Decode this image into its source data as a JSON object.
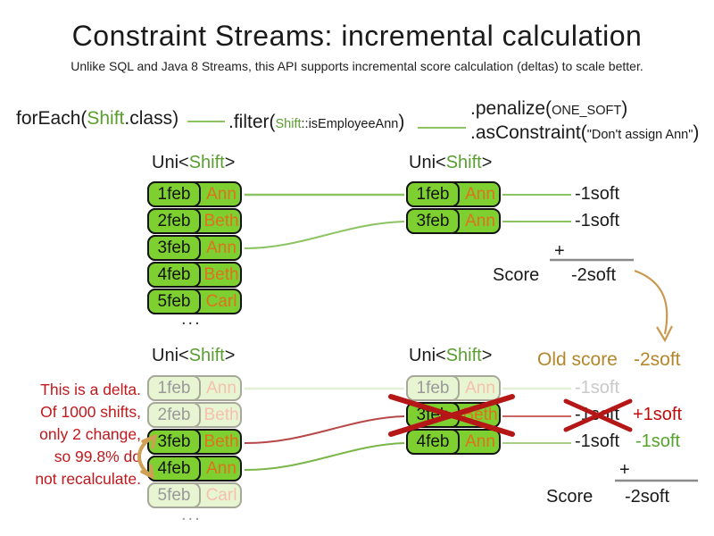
{
  "header": {
    "title": "Constraint Streams: incremental calculation",
    "subtitle": "Unlike SQL and Java 8 Streams, this API supports incremental score calculation (deltas) to scale better."
  },
  "code": {
    "foreach": {
      "pre": "forEach(",
      "arg": "Shift",
      "post": ".class)"
    },
    "filter": {
      "pre": ".filter(",
      "arg_class": "Shift",
      "arg_rest": "::isEmployeeAnn",
      "post": ")"
    },
    "penalize": {
      "pre": ".penalize(",
      "arg": "ONE_SOFT",
      "post": ")"
    },
    "asconstraint": {
      "pre": ".asConstraint(",
      "arg": "\"Don't assign Ann\"",
      "post": ")"
    }
  },
  "type_header": {
    "pre": "Uni<",
    "type": "Shift",
    "post": ">"
  },
  "top": {
    "source_rows": [
      {
        "date": "1feb",
        "name": "Ann"
      },
      {
        "date": "2feb",
        "name": "Beth"
      },
      {
        "date": "3feb",
        "name": "Ann"
      },
      {
        "date": "4feb",
        "name": "Beth"
      },
      {
        "date": "5feb",
        "name": "Carl"
      }
    ],
    "source_more": "...",
    "filtered_rows": [
      {
        "date": "1feb",
        "name": "Ann"
      },
      {
        "date": "3feb",
        "name": "Ann"
      }
    ],
    "penalties": [
      "-1soft",
      "-1soft"
    ],
    "score": {
      "plus": "+",
      "label": "Score",
      "value": "-2soft"
    }
  },
  "old_score": {
    "label": "Old score",
    "value": "-2soft"
  },
  "delta_note": {
    "line1": "This is a delta.",
    "line2": "Of 1000 shifts,",
    "line3": "only 2 change,",
    "line4": "so 99.8% do",
    "line5": "not recalculate."
  },
  "bottom": {
    "source_rows": [
      {
        "date": "1feb",
        "name": "Ann",
        "state": "faded"
      },
      {
        "date": "2feb",
        "name": "Beth",
        "state": "faded"
      },
      {
        "date": "3feb",
        "name": "Beth",
        "state": "active"
      },
      {
        "date": "4feb",
        "name": "Ann",
        "state": "active"
      },
      {
        "date": "5feb",
        "name": "Carl",
        "state": "faded"
      }
    ],
    "source_more": "...",
    "filtered_rows": [
      {
        "date": "1feb",
        "name": "Ann",
        "state": "faded"
      },
      {
        "date": "3feb",
        "name": "Beth",
        "state": "crossed"
      },
      {
        "date": "4feb",
        "name": "Ann",
        "state": "active"
      }
    ],
    "penalties": [
      {
        "value": "-1soft",
        "state": "faded",
        "delta": ""
      },
      {
        "value": "-1soft",
        "state": "crossed",
        "delta": "+1soft"
      },
      {
        "value": "-1soft",
        "state": "active",
        "delta": "-1soft"
      }
    ],
    "score": {
      "plus": "+",
      "label": "Score",
      "value": "-2soft"
    }
  },
  "colors": {
    "cell_green": "#7dd02f",
    "code_green": "#5a9e2f",
    "name_orange": "#e0711d",
    "delta_red": "#c0181c",
    "cross_red": "#b51616",
    "gold": "#b5862b",
    "faded_fill": "#e7f5d2"
  }
}
